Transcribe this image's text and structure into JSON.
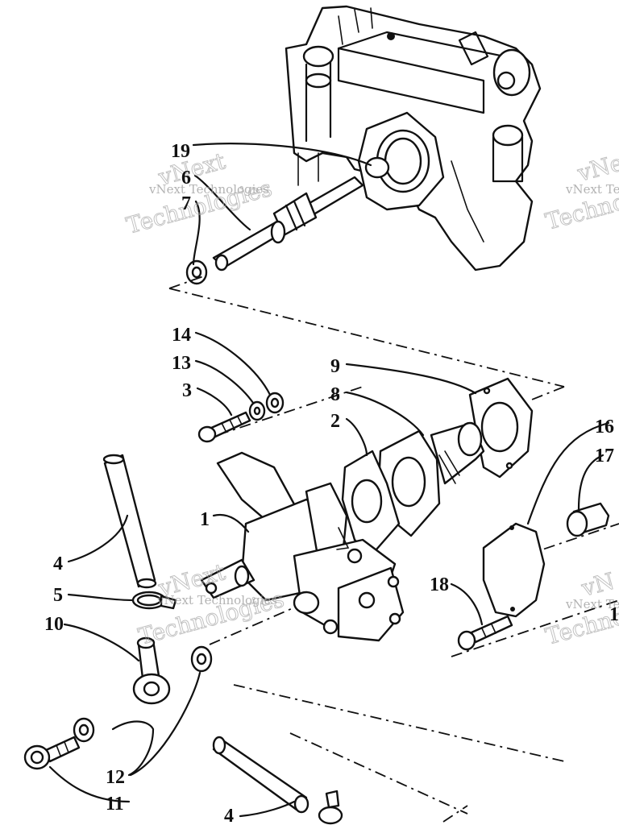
{
  "callouts": [
    {
      "id": "19",
      "label": "19"
    },
    {
      "id": "6",
      "label": "6"
    },
    {
      "id": "7",
      "label": "7"
    },
    {
      "id": "14",
      "label": "14"
    },
    {
      "id": "13",
      "label": "13"
    },
    {
      "id": "3",
      "label": "3"
    },
    {
      "id": "9",
      "label": "9"
    },
    {
      "id": "8",
      "label": "8"
    },
    {
      "id": "2",
      "label": "2"
    },
    {
      "id": "16",
      "label": "16"
    },
    {
      "id": "17",
      "label": "17"
    },
    {
      "id": "1",
      "label": "1"
    },
    {
      "id": "4a",
      "label": "4"
    },
    {
      "id": "5",
      "label": "5"
    },
    {
      "id": "10",
      "label": "10"
    },
    {
      "id": "18",
      "label": "18"
    },
    {
      "id": "12",
      "label": "12"
    },
    {
      "id": "11",
      "label": "11"
    },
    {
      "id": "4b",
      "label": "4"
    },
    {
      "id": "15",
      "label": "1"
    }
  ],
  "watermark": {
    "small": "vNext Technologies",
    "large": "Technologies",
    "large_top": "vNext",
    "right_small": "vNext Te",
    "right_large": "Technol",
    "right_top": "vNe",
    "lower_right_small": "vNext Te",
    "lower_right_large": "Techno",
    "lower_right_top": "vN"
  }
}
